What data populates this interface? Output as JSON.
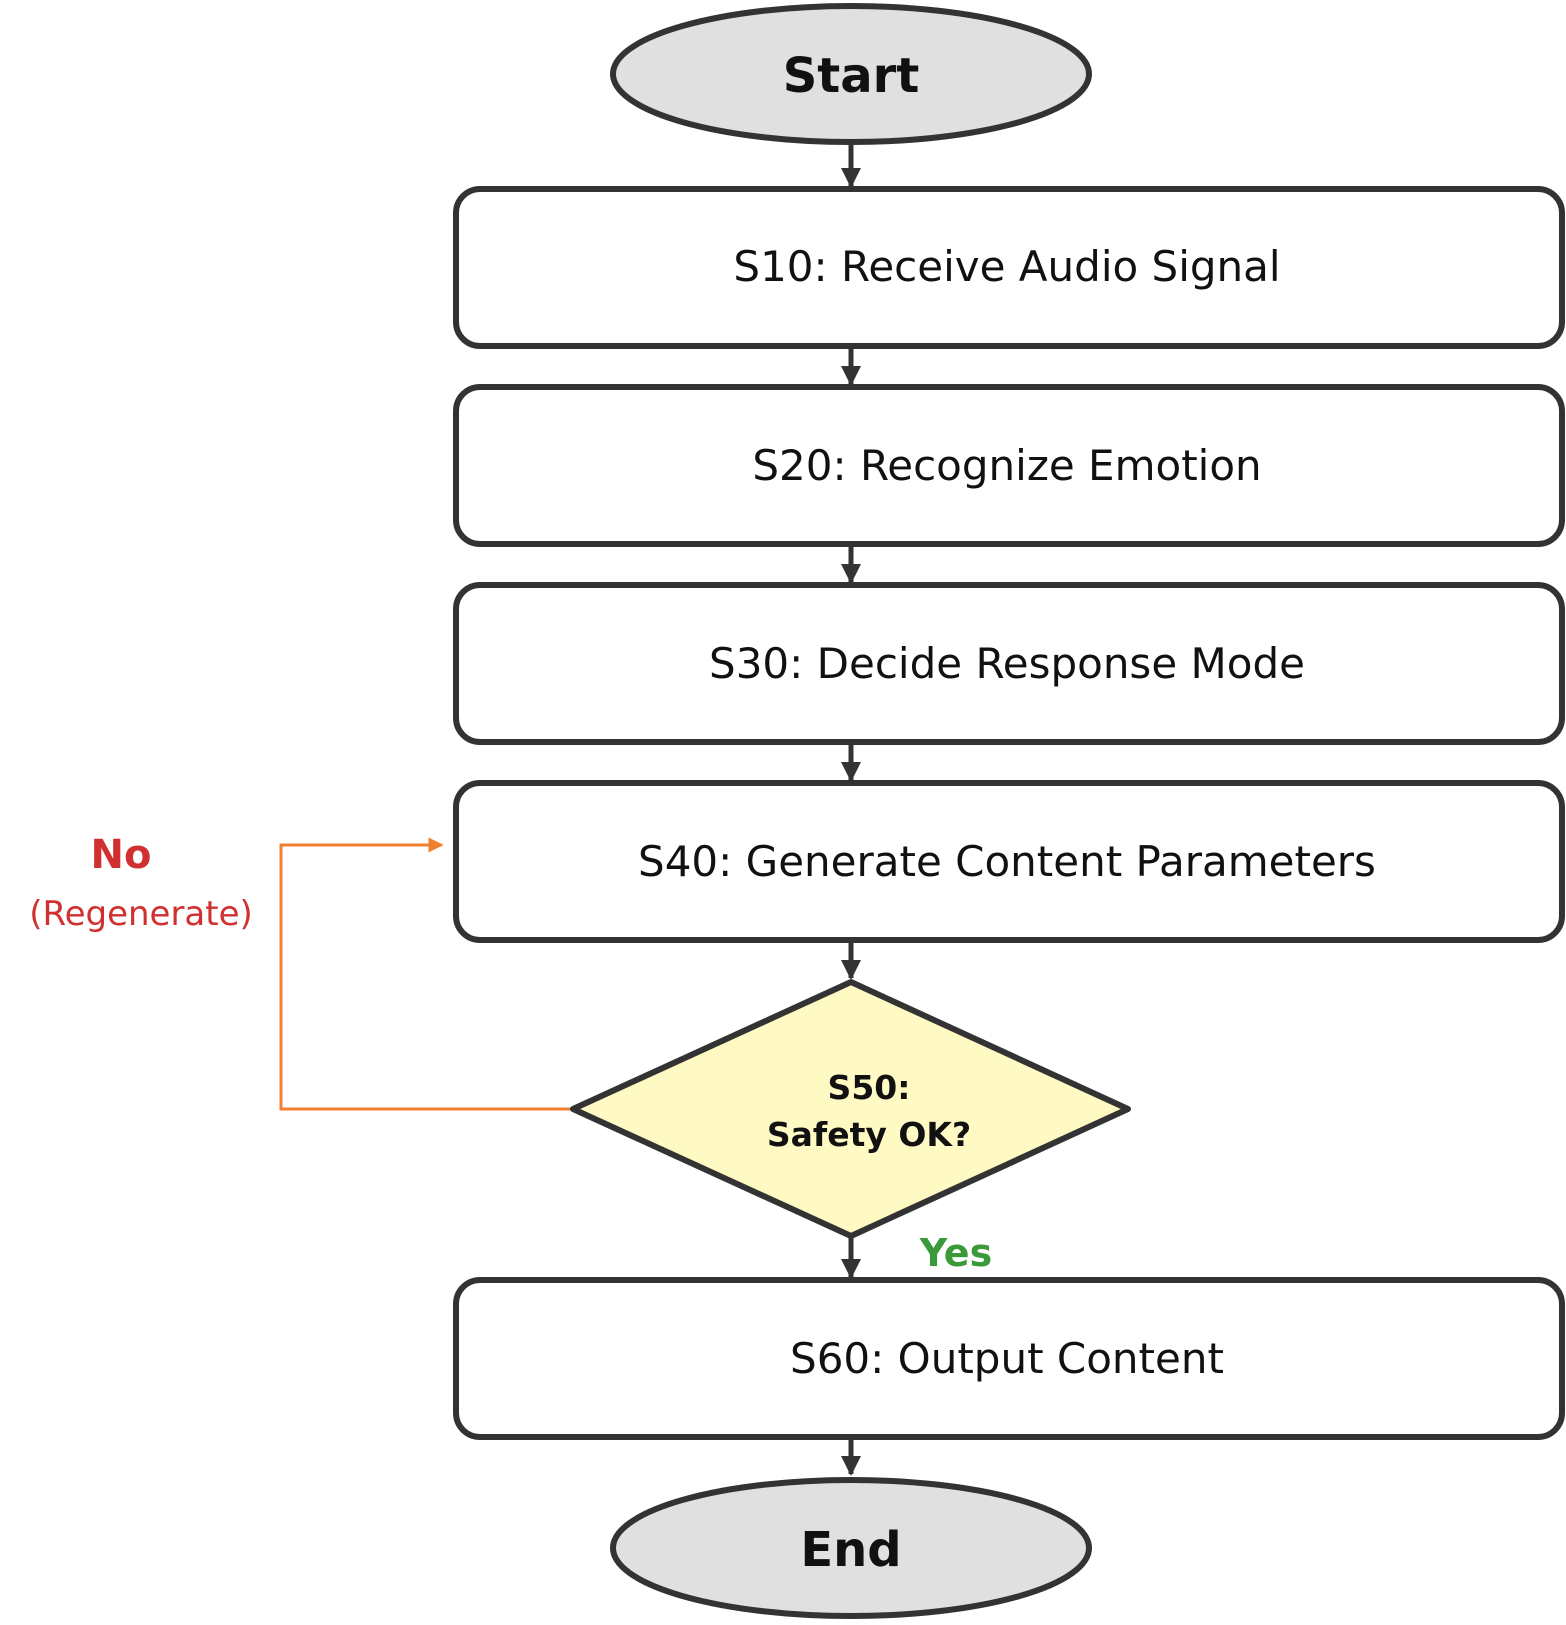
{
  "nodes": {
    "start": {
      "label": "Start"
    },
    "s10": {
      "label": "S10: Receive Audio Signal"
    },
    "s20": {
      "label": "S20: Recognize Emotion"
    },
    "s30": {
      "label": "S30: Decide Response Mode"
    },
    "s40": {
      "label": "S40: Generate Content Parameters"
    },
    "s50": {
      "line1": "S50:",
      "line2": "Safety OK?"
    },
    "s60": {
      "label": "S60: Output Content"
    },
    "end": {
      "label": "End"
    }
  },
  "branches": {
    "no_label": "No",
    "no_sublabel": "(Regenerate)",
    "yes_label": "Yes"
  },
  "colors": {
    "stroke": "#333333",
    "terminal_fill": "#e0e0e0",
    "process_fill": "#ffffff",
    "decision_fill": "#fff9c4",
    "loop_arrow": "#f08030",
    "no_text": "#d03030",
    "yes_text": "#3a9a3a"
  }
}
